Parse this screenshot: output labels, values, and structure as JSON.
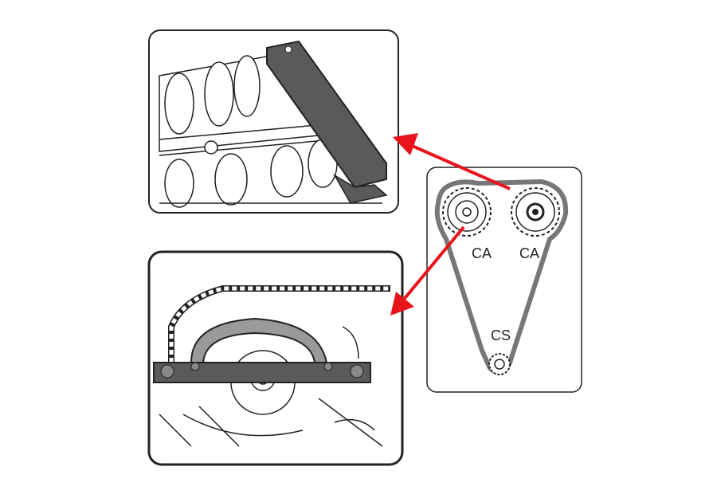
{
  "diagram": {
    "labels": {
      "camshaft_left": "CA",
      "camshaft_right": "CA",
      "crankshaft": "CS"
    },
    "colors": {
      "arrow": "#e8141b",
      "belt": "#777777",
      "tool": "#5a5a5a",
      "outline": "#222222"
    }
  }
}
